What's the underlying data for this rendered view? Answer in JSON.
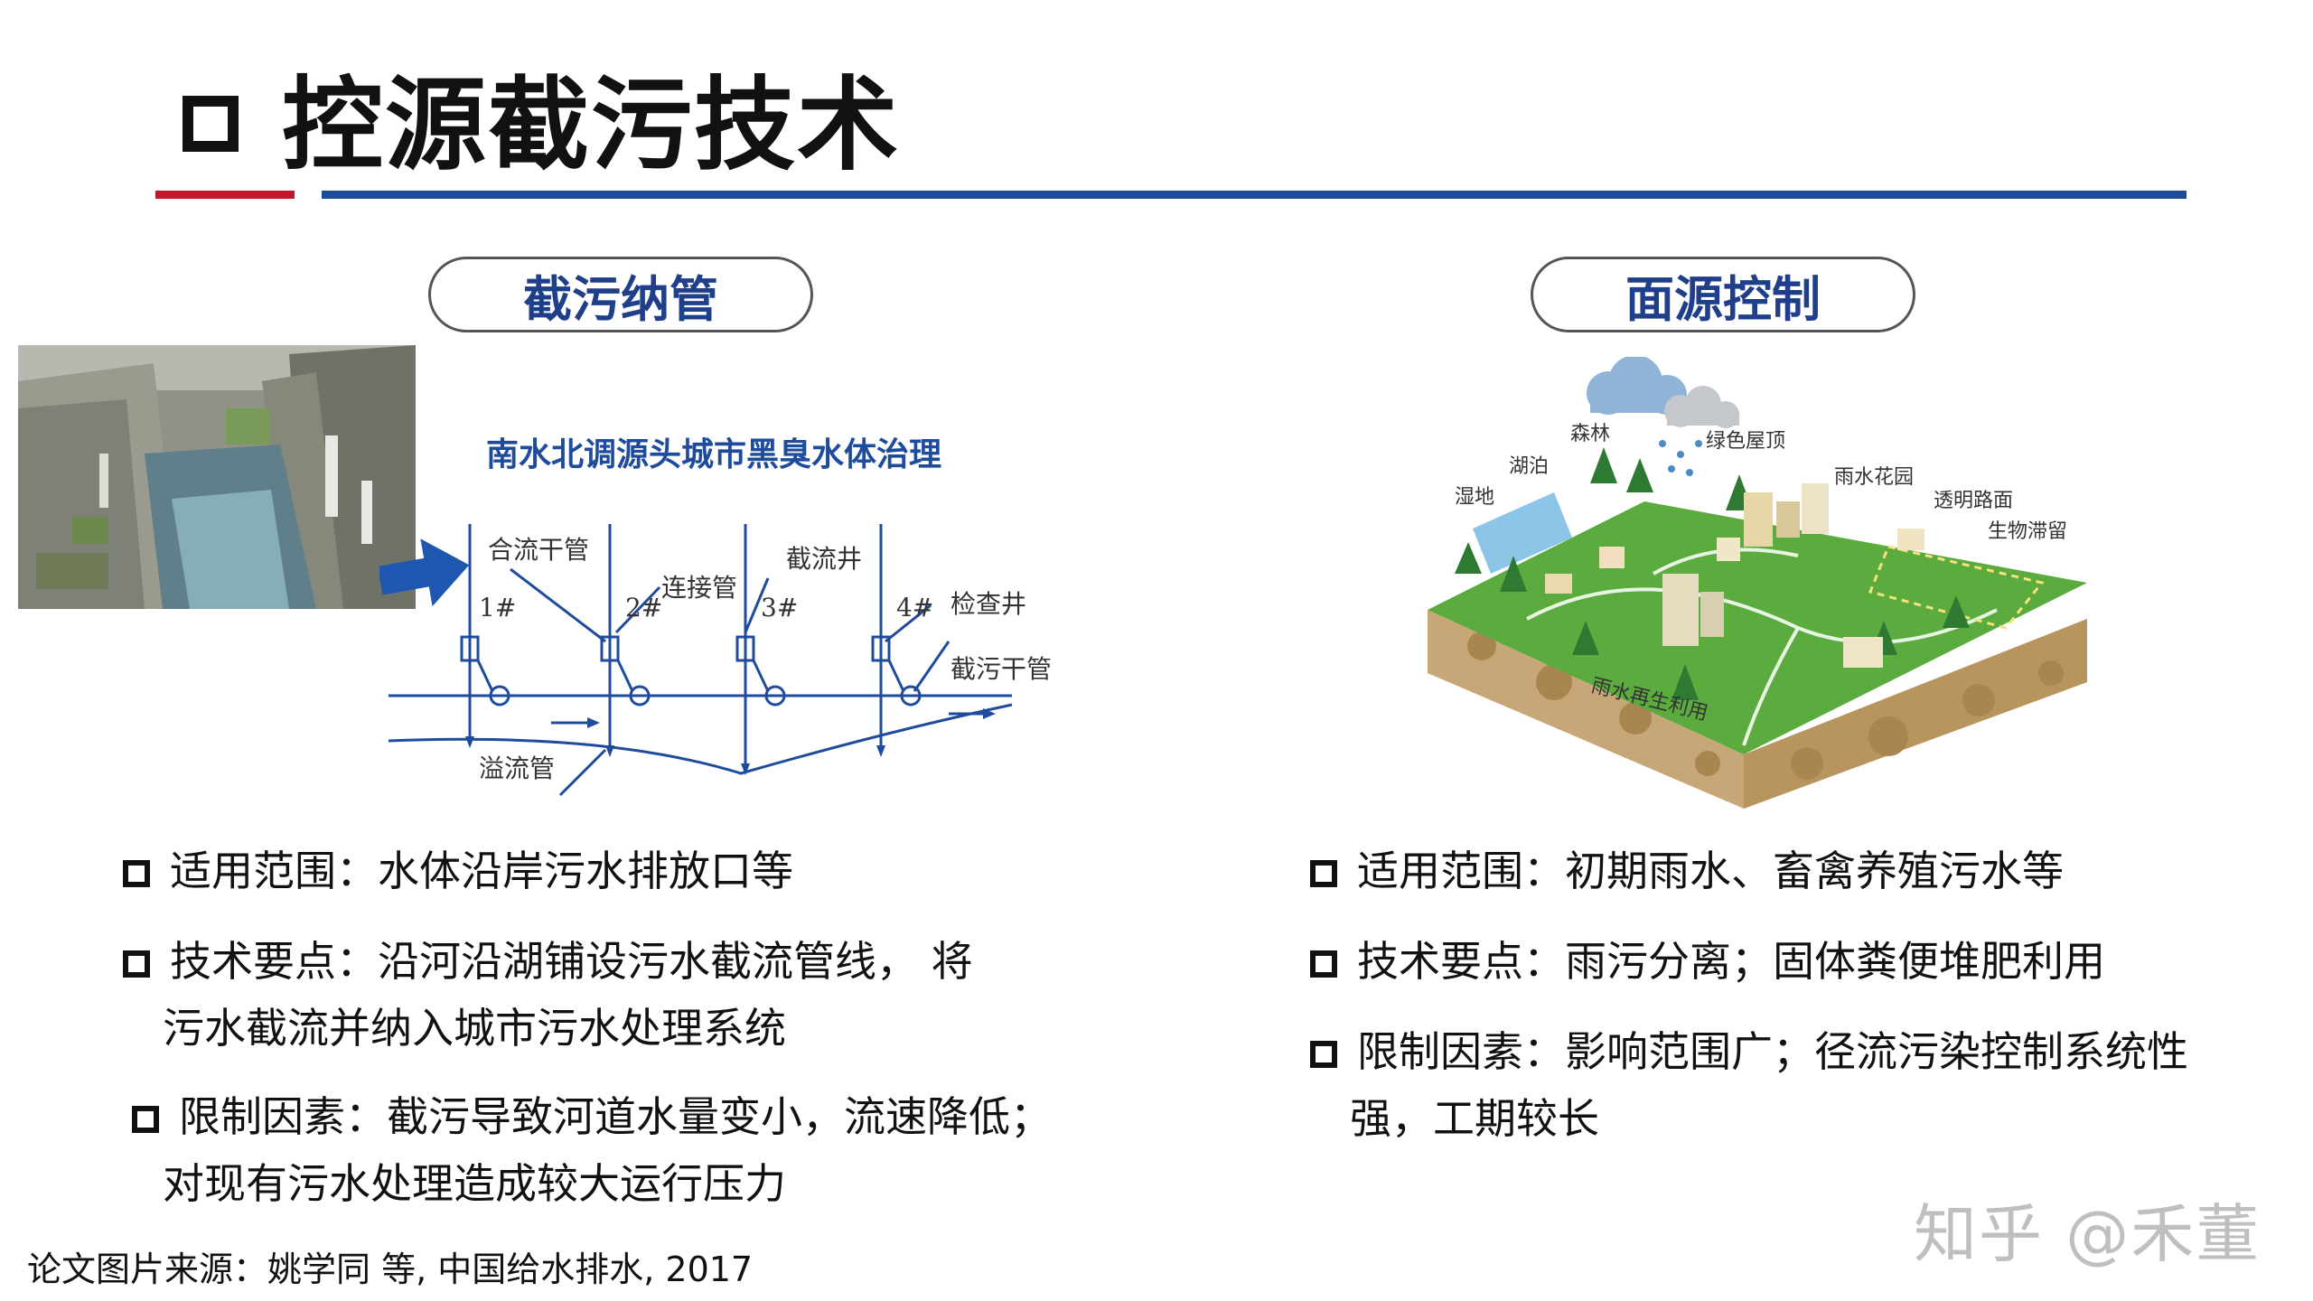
{
  "title": "控源截污技术",
  "sections": {
    "left": {
      "heading": "截污纳管",
      "diagram": {
        "title": "南水北调源头城市黑臭水体治理",
        "labels": {
          "combined_main": "合流干管",
          "connector": "连接管",
          "intercept_well": "截流井",
          "inspection_well": "检查井",
          "intercept_main": "截污干管",
          "overflow": "溢流管",
          "n1": "1#",
          "n2": "2#",
          "n3": "3#",
          "n4": "4#"
        }
      },
      "bullets": [
        "适用范围：水体沿岸污水排放口等",
        "技术要点：沿河沿湖铺设污水截流管线， 将",
        "限制因素：截污导致河道水量变小，流速降低；"
      ],
      "continuations": [
        "污水截流并纳入城市污水处理系统",
        "对现有污水处理造成较大运行压力"
      ]
    },
    "right": {
      "heading": "面源控制",
      "illustration": {
        "labels": {
          "forest": "森林",
          "lake": "湖泊",
          "wetland": "湿地",
          "green_roof": "绿色屋顶",
          "rain_garden": "雨水花园",
          "permeable": "透明路面",
          "bioretention": "生物滞留",
          "reuse": "雨水再生利用"
        }
      },
      "bullets": [
        "适用范围：初期雨水、畜禽养殖污水等",
        "技术要点：雨污分离；固体粪便堆肥利用",
        "限制因素：影响范围广；径流污染控制系统性"
      ],
      "continuations": [
        "强，工期较长"
      ]
    }
  },
  "source": "论文图片来源：姚学同 等, 中国给水排水, 2017",
  "watermark": "知乎 @禾董",
  "colors": {
    "accent_red": "#c0182d",
    "accent_blue": "#1f4b9c",
    "heading_blue": "#1f3f8a"
  }
}
